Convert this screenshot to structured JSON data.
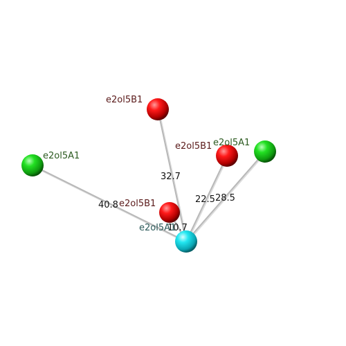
{
  "colors": {
    "background": "#ffffff",
    "edge": "#b8b8b8",
    "red": "#e00000",
    "green": "#1fd81f",
    "cyan": "#19e0ec",
    "label_red": "#5a1a1a",
    "label_green": "#2c5a20",
    "label_cyan": "#2c5a5a"
  },
  "nodes": [
    {
      "id": "center",
      "label": "e2ol5A1",
      "color": "cyan"
    },
    {
      "id": "red_top",
      "label": "e2ol5B1",
      "color": "red"
    },
    {
      "id": "red_right",
      "label": "e2ol5B1",
      "color": "red"
    },
    {
      "id": "red_near",
      "label": "e2ol5B1",
      "color": "red"
    },
    {
      "id": "green_left",
      "label": "e2ol5A1",
      "color": "green"
    },
    {
      "id": "green_right",
      "label": "e2ol5A1",
      "color": "green"
    }
  ],
  "edges": [
    {
      "from": "center",
      "to": "green_left",
      "label": "40.8"
    },
    {
      "from": "center",
      "to": "red_top",
      "label": "32.7"
    },
    {
      "from": "center",
      "to": "red_right",
      "label": "22.5"
    },
    {
      "from": "center",
      "to": "green_right",
      "label": "28.5"
    },
    {
      "from": "center",
      "to": "red_near",
      "label": "10.7"
    }
  ]
}
